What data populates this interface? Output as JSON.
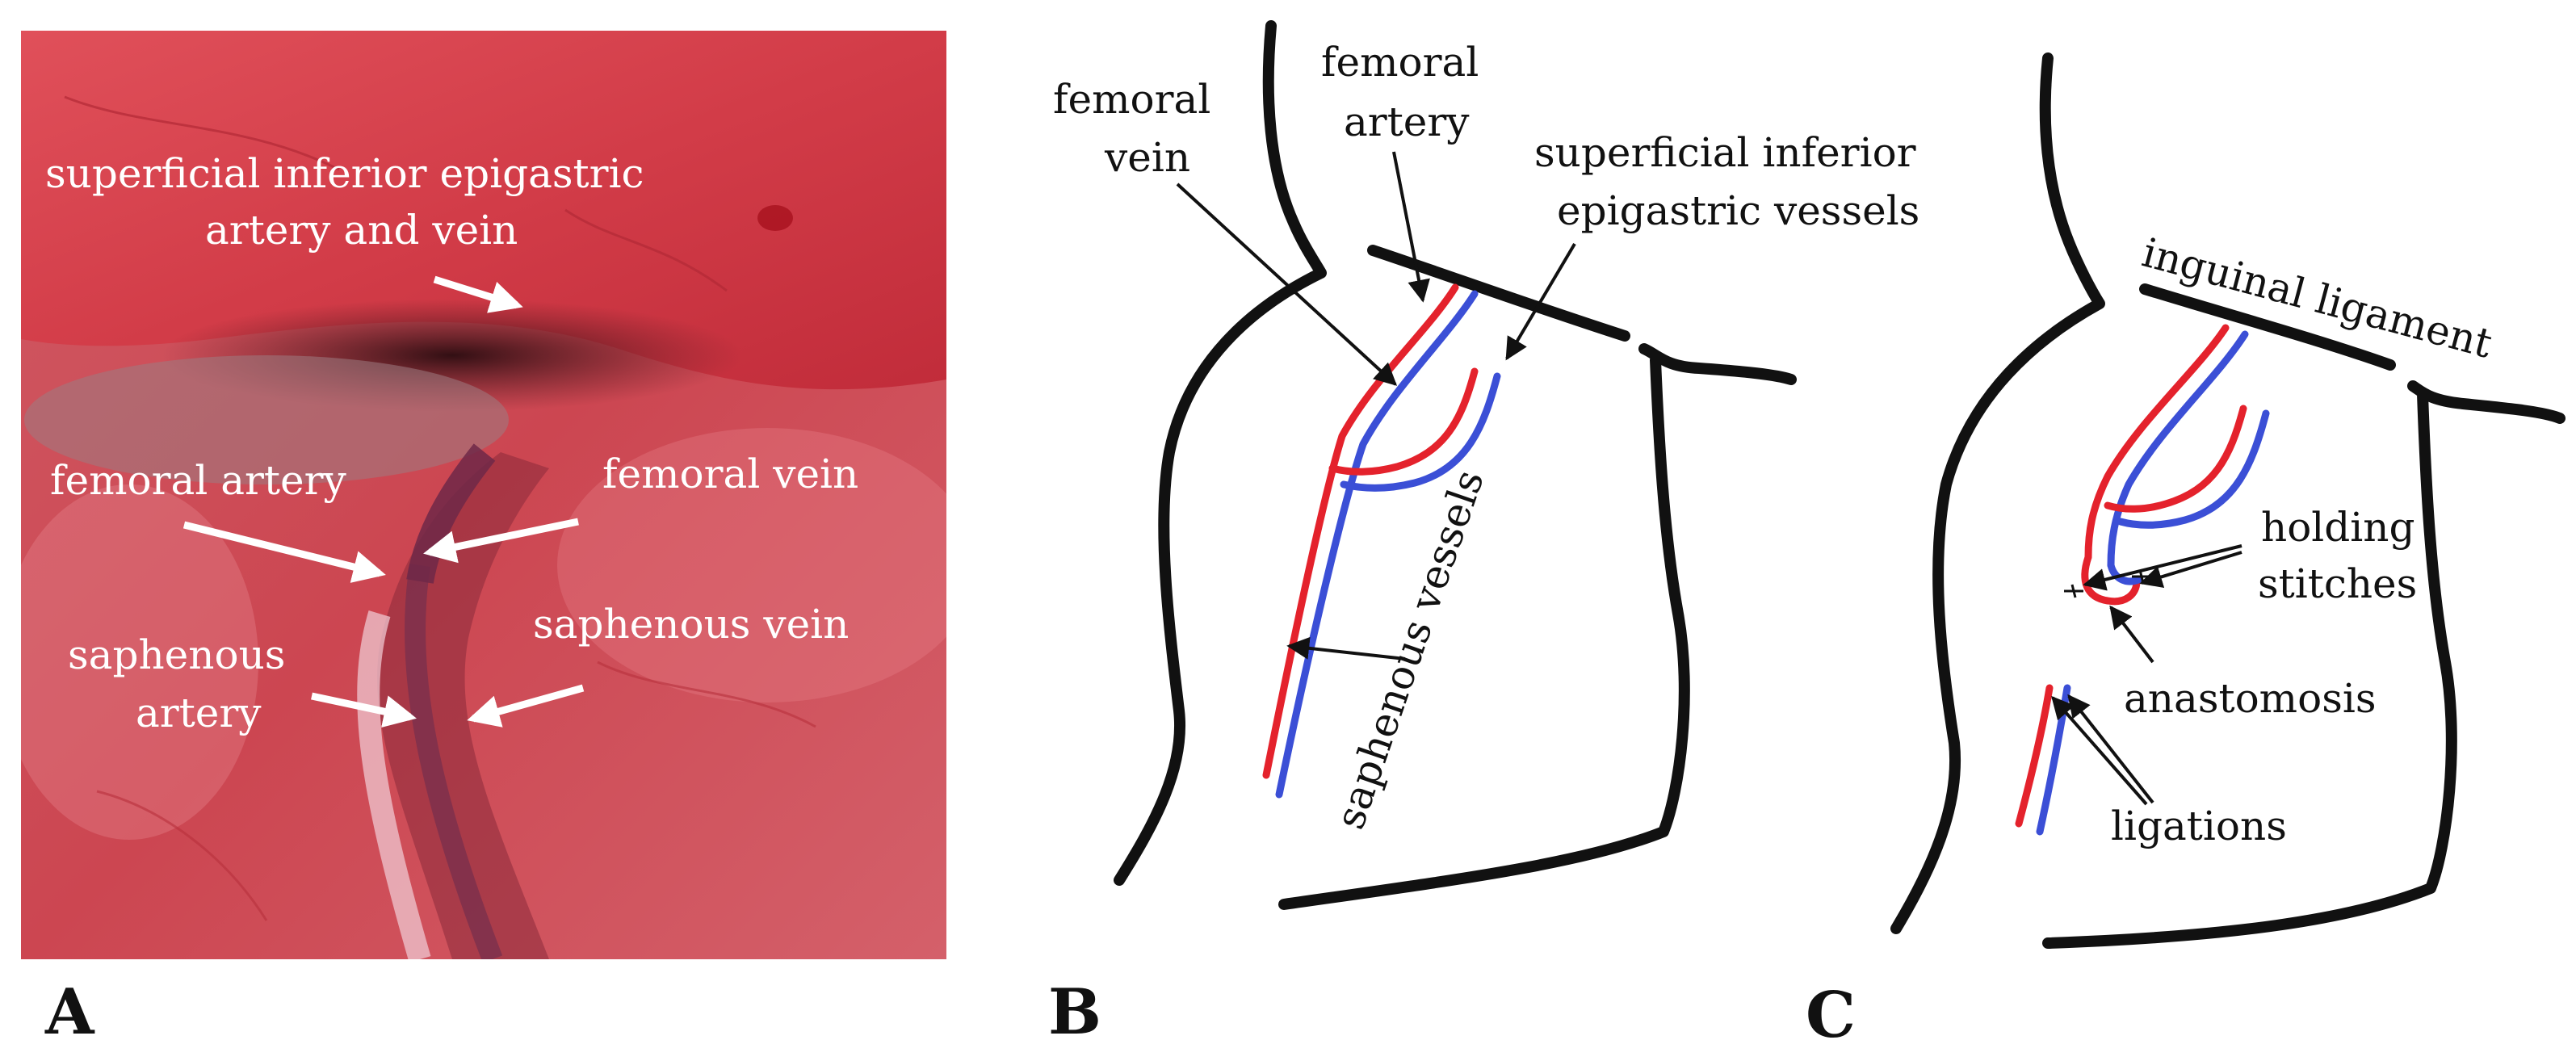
{
  "colors": {
    "artery": "#e4222c",
    "vein": "#3b4fd6",
    "outline": "#111111",
    "photo_tissue": "#cf3a45"
  },
  "panel_a": {
    "letter": "A",
    "labels": {
      "sie_line1": "superficial inferior epigastric",
      "sie_line2": "artery and vein",
      "femoral_artery": "femoral artery",
      "femoral_vein": "femoral vein",
      "saphenous_vein": "saphenous vein",
      "saphenous_artery_line1": "saphenous",
      "saphenous_artery_line2": "artery"
    }
  },
  "panel_b": {
    "letter": "B",
    "labels": {
      "femoral_vein_line1": "femoral",
      "femoral_vein_line2": "vein",
      "femoral_artery_line1": "femoral",
      "femoral_artery_line2": "artery",
      "sie_line1": "superficial inferior",
      "sie_line2": "epigastric vessels",
      "saphenous_vessels": "saphenous vessels"
    }
  },
  "panel_c": {
    "letter": "C",
    "labels": {
      "inguinal_ligament": "inguinal ligament",
      "holding_line1": "holding",
      "holding_line2": "stitches",
      "anastomosis": "anastomosis",
      "ligations": "ligations"
    }
  }
}
